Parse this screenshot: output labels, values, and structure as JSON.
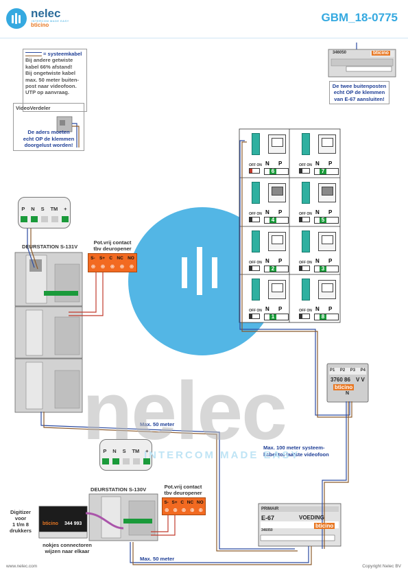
{
  "logo": {
    "name": "nelec",
    "tagline": "INTERCOM MADE EASY",
    "brand": "bticino"
  },
  "doc_id": "GBM_18-0775",
  "notes": {
    "systeemkabel_legend": "= systeemkabel",
    "systeemkabel_lines": [
      "Bij andere getwiste",
      "kabel 66% afstand!",
      "Bij ongetwiste kabel",
      "max. 50 meter buiten-",
      "post naar videofoon.",
      "UTP op aanvraag."
    ],
    "videoverdeler_title": "VideoVerdeler",
    "videoverdeler_lines": [
      "De aders moeten",
      "echt OP de klemmen",
      "doorgelust worden!"
    ],
    "buitenposten_model": "346050",
    "buitenposten_lines": [
      "De twee buitenposten",
      "echt OP de klemmen",
      "van E-67 aansluiten!"
    ]
  },
  "deurstation1": {
    "title": "DEURSTATION S-131V",
    "terminals": [
      "P",
      "N",
      "S",
      "TM",
      "+"
    ],
    "contact_label_1": "Pot.vrij contact",
    "contact_label_2": "tbv deuropener",
    "contact_terminals": [
      "S-",
      "S+",
      "C",
      "NC",
      "NO"
    ]
  },
  "deurstation2": {
    "title": "DEURSTATION S-130V",
    "terminals": [
      "P",
      "N",
      "S",
      "TM",
      "+"
    ],
    "contact_label_1": "Pot.vrij contact",
    "contact_label_2": "tbv deuropener",
    "contact_terminals": [
      "S-",
      "S+",
      "C",
      "NC",
      "NO"
    ]
  },
  "monitors": {
    "terminal_n": "N",
    "terminal_p": "P",
    "off_on": "OFF ON",
    "numbers": [
      "6",
      "7",
      "4",
      "5",
      "2",
      "3",
      "1",
      "8"
    ]
  },
  "verdeler_box": {
    "terminals": [
      "P1",
      "P2",
      "P3",
      "P4"
    ],
    "model": "3760 86",
    "vv": "V V",
    "brand": "bticino",
    "n": "N"
  },
  "voeding": {
    "primair": "PRIMAIR",
    "model": "E-67",
    "title": "VOEDING",
    "brand": "bticino",
    "sub": "346050"
  },
  "digitizer": {
    "lines": [
      "Digitizer",
      "voor",
      "1 t/m 8",
      "drukkers"
    ],
    "model": "344 993",
    "brand": "bticino",
    "nokjes_1": "nokjes connectoren",
    "nokjes_2": "wijzen naar elkaar"
  },
  "cable_labels": {
    "max50_top": "Max. 50 meter",
    "max100_1": "Max. 100 meter systeem-",
    "max100_2": "kabel tot laatste videofoon",
    "max50_bottom": "Max. 50 meter"
  },
  "watermark": {
    "big": "nelec",
    "tag": "INTERCOM MADE EASY"
  },
  "footer": {
    "left": "www.nelec.com",
    "right": "Copyright Nelec BV"
  },
  "colors": {
    "accent": "#35a9e0",
    "label_blue": "#1f3f96",
    "bticino_orange": "#e87722",
    "terminal_green": "#1a9a3a",
    "cable_red": "#c0392b",
    "cable_blue": "#2b4aa0",
    "cable_brown": "#8b5a2b"
  }
}
